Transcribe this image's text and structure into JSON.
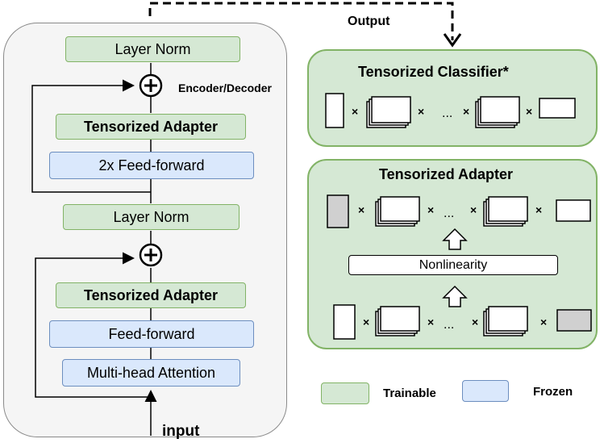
{
  "top_label": "Output",
  "input_label": "input",
  "encoder_decoder_label": "Encoder/Decoder",
  "left_stack": {
    "layer_norm_top": "Layer Norm",
    "tensorized_adapter_top": "Tensorized Adapter",
    "feed_forward_2x": "2x Feed-forward",
    "layer_norm_mid": "Layer Norm",
    "tensorized_adapter_bottom": "Tensorized Adapter",
    "feed_forward": "Feed-forward",
    "multi_head_attention": "Multi-head Attention"
  },
  "classifier": {
    "title": "Tensorized Classifier*",
    "ellipsis": "..."
  },
  "adapter": {
    "title": "Tensorized Adapter",
    "nonlinearity": "Nonlinearity",
    "ellipsis": "..."
  },
  "legend": {
    "trainable": "Trainable",
    "frozen": "Frozen"
  },
  "colors": {
    "trainable_fill": "#d5e8d4",
    "trainable_stroke": "#82b366",
    "frozen_fill": "#dae8fc",
    "frozen_stroke": "#6c8ebf",
    "gray_fill": "#d0d0d0"
  }
}
